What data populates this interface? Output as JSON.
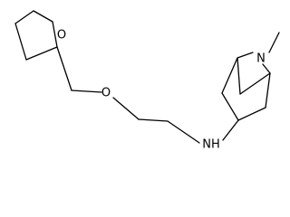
{
  "molecule": {
    "atom_labels": {
      "ring_oxygen": "O",
      "ether_oxygen": "O",
      "amine_nh": "NH",
      "bridge_nitrogen": "N"
    }
  }
}
